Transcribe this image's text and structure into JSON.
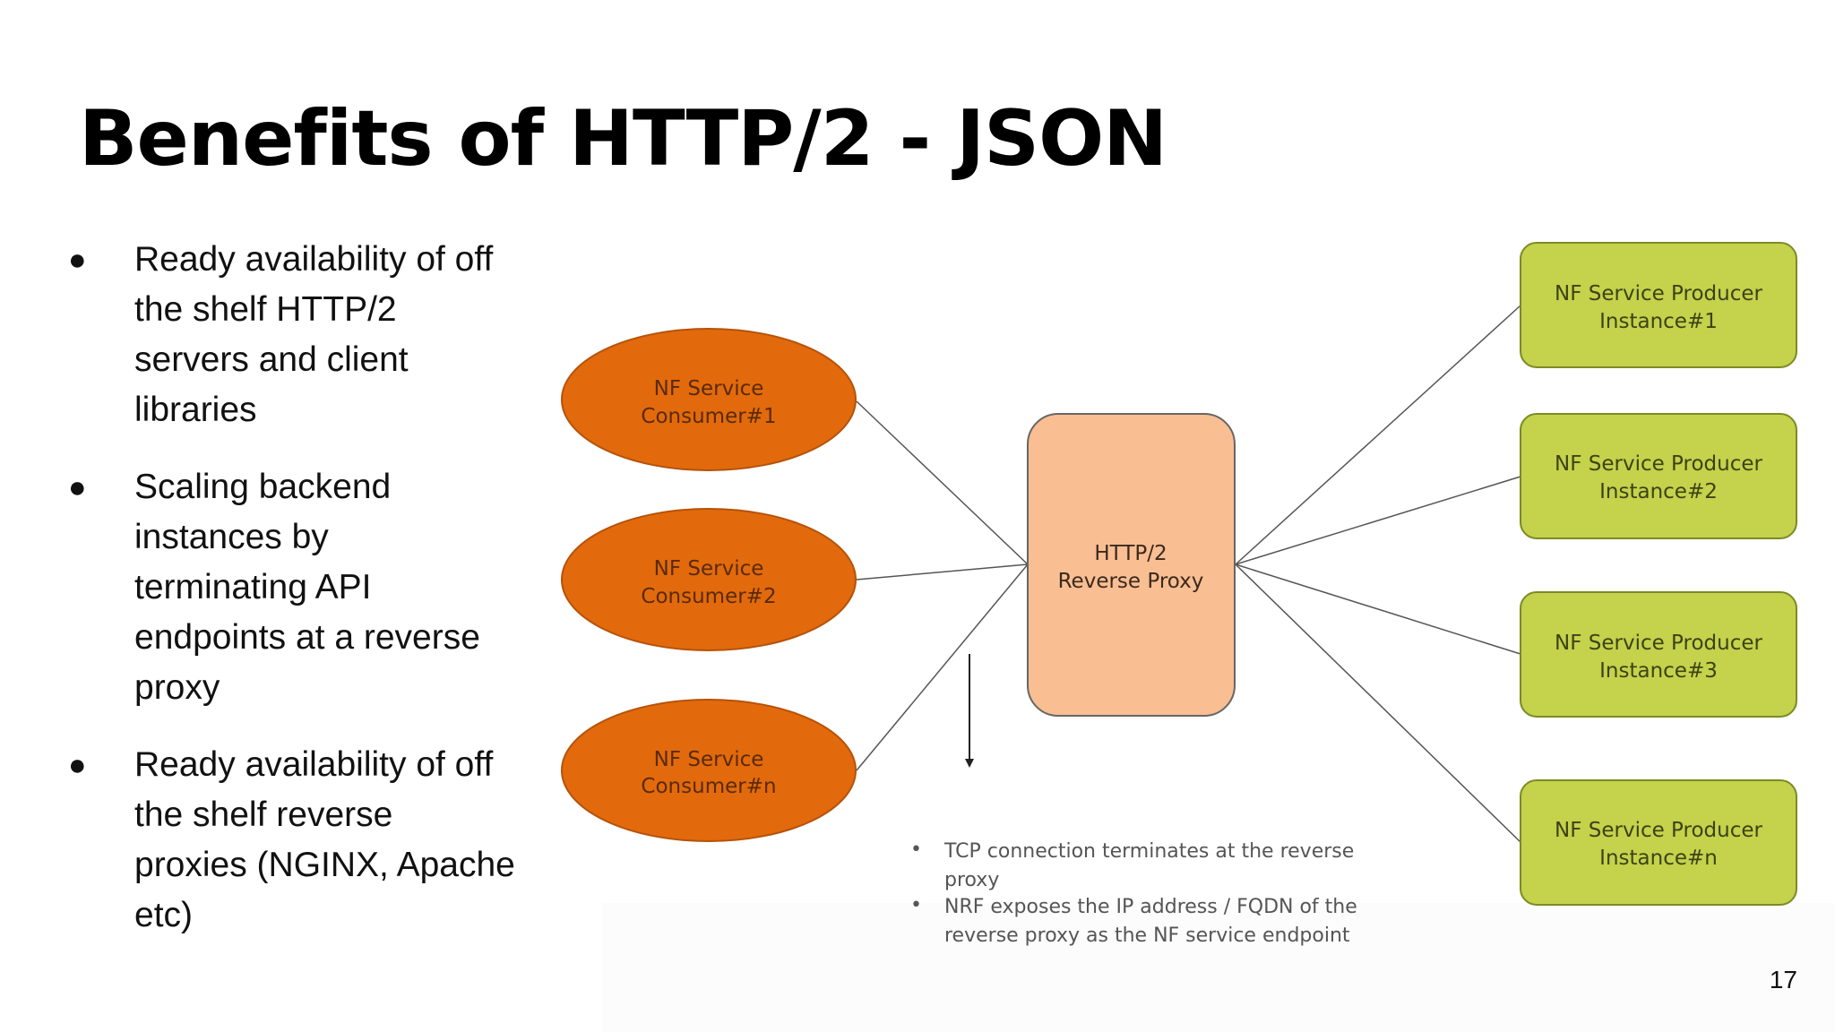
{
  "slide": {
    "title": "Benefits of HTTP/2 - JSON",
    "page_number": "17",
    "bullets": [
      {
        "lines": [
          "Ready availability of off",
          "the shelf HTTP/2",
          "servers and client",
          "libraries"
        ]
      },
      {
        "lines": [
          "Scaling backend",
          "instances by",
          "terminating API",
          "endpoints at a reverse",
          "proxy"
        ]
      },
      {
        "lines": [
          "Ready availability of off",
          "the shelf reverse",
          "proxies (NGINX, Apache",
          "etc)"
        ]
      }
    ],
    "bullet_glyph": "●"
  },
  "diagram": {
    "consumers": [
      {
        "line1": "NF Service",
        "line2": "Consumer#1"
      },
      {
        "line1": "NF Service",
        "line2": "Consumer#2"
      },
      {
        "line1": "NF Service",
        "line2": "Consumer#n"
      }
    ],
    "proxy": {
      "line1": "HTTP/2",
      "line2": "Reverse Proxy"
    },
    "producers": [
      {
        "line1": "NF Service Producer",
        "line2": "Instance#1"
      },
      {
        "line1": "NF Service Producer",
        "line2": "Instance#2"
      },
      {
        "line1": "NF Service Producer",
        "line2": "Instance#3"
      },
      {
        "line1": "NF Service Producer",
        "line2": "Instance#n"
      }
    ],
    "notes": [
      {
        "line1": "TCP connection terminates at the reverse",
        "line2": "proxy"
      },
      {
        "line1": "NRF exposes the IP address / FQDN of the",
        "line2": "reverse proxy as the NF service endpoint"
      }
    ],
    "note_bullet": "•",
    "colors": {
      "consumer_fill": "#e26a0c",
      "consumer_text": "#5a2a06",
      "proxy_fill": "#f9be92",
      "proxy_text": "#3a2a1e",
      "producer_fill": "#c4d24c",
      "producer_text": "#3d4214",
      "line": "#555555"
    }
  }
}
